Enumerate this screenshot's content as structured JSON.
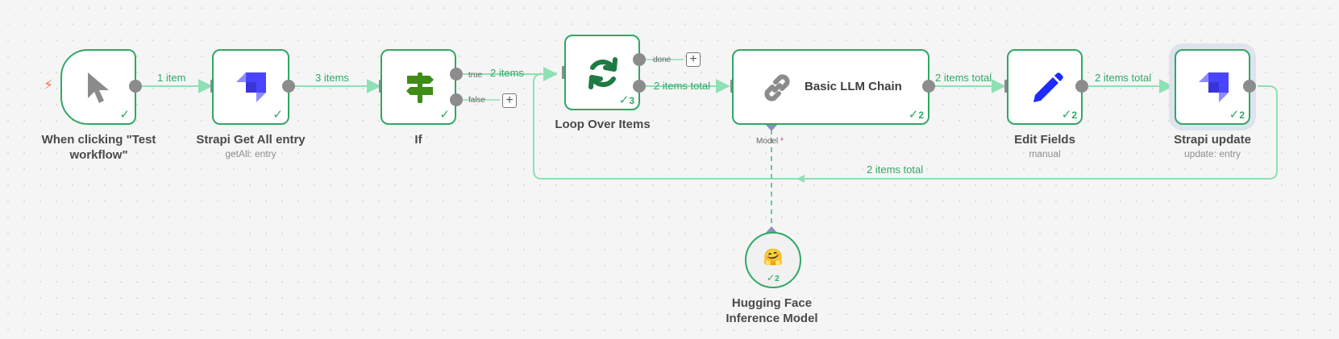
{
  "nodes": {
    "trigger": {
      "label": "When clicking \"Test workflow\"",
      "icon": "cursor-arrow-icon"
    },
    "strapi_get": {
      "label": "Strapi Get All entry",
      "subtitle": "getAll: entry",
      "icon": "strapi-logo-icon"
    },
    "if": {
      "label": "If",
      "icon": "signpost-icon",
      "outputs": {
        "true": "true",
        "false": "false"
      }
    },
    "loop": {
      "label": "Loop Over Items",
      "run_count": "3",
      "icon": "refresh-icon",
      "outputs": {
        "done": "done"
      }
    },
    "llm": {
      "title": "Basic LLM Chain",
      "run_count": "2",
      "icon": "link-chain-icon",
      "model_label": "Model",
      "required_mark": "*"
    },
    "edit": {
      "label": "Edit Fields",
      "subtitle": "manual",
      "run_count": "2",
      "icon": "pencil-icon"
    },
    "strapi_update": {
      "label": "Strapi update",
      "subtitle": "update: entry",
      "run_count": "2",
      "icon": "strapi-logo-icon"
    },
    "hf": {
      "label": "Hugging Face Inference Model",
      "run_count": "2",
      "icon": "hugging-face-emoji-icon",
      "emoji": "🤗"
    }
  },
  "edges": {
    "trigger_to_strapi": "1 item",
    "strapi_to_if": "3 items",
    "if_to_loop": "2 items",
    "loop_to_llm": "2 items total",
    "llm_to_edit": "2 items total",
    "edit_to_update": "2 items total",
    "update_to_loop": "2 items total"
  },
  "plus_symbol": "+",
  "check_symbol": "✓",
  "trigger_bolt_symbol": "⚡",
  "colors": {
    "success": "#2fa866",
    "edge": "#8ee0b5",
    "handle": "#8c8c8c",
    "selected_ring": "#dfe3ee",
    "model_dashed": "#5fcf95",
    "strapi_purple": "#4945ff",
    "if_green": "#3f8c16",
    "pencil_blue": "#1d2bff"
  }
}
